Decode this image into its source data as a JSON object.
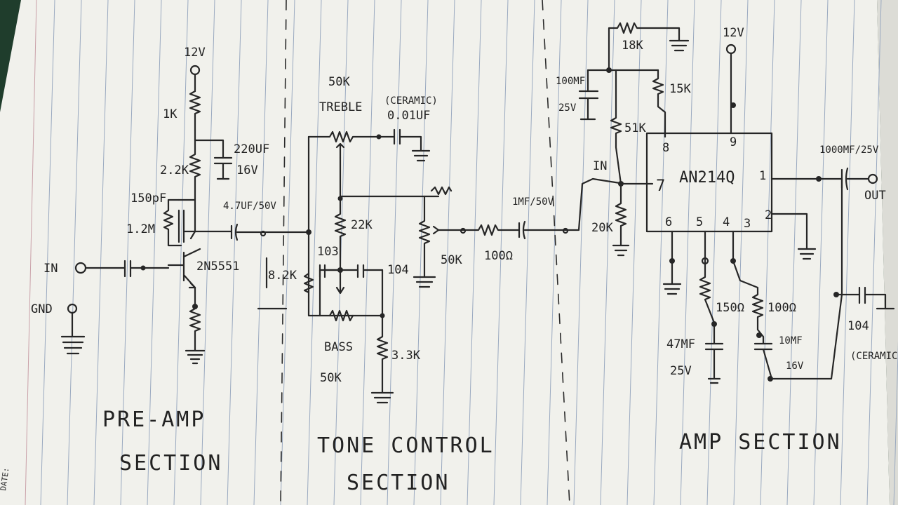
{
  "sections": {
    "preamp": [
      "PRE-AMP",
      "SECTION"
    ],
    "tone": [
      "TONE CONTROL",
      "SECTION"
    ],
    "amp": "AMP SECTION"
  },
  "labels": {
    "preamp_vcc": "12V",
    "r_1k": "1K",
    "c_220uf": "220UF",
    "c_220uf_v": "16V",
    "r_22k": "2.2K",
    "c_150pf": "150pF",
    "r_1_2m": "1.2M",
    "c_4_7uf": "4.7UF/50V",
    "transistor": "2N5551",
    "in": "IN",
    "gnd": "GND",
    "r_82k": "8.2K",
    "treble_value": "50K",
    "treble": "TREBLE",
    "ceramic": "(CERAMIC)",
    "c_001": "0.01UF",
    "r_22k_tone": "22K",
    "c_103": "103",
    "c_104_tone": "104",
    "bass": "BASS",
    "bass_value": "50K",
    "r_33k": "3.3K",
    "pot_50k_vol": "50K",
    "r_100": "100Ω",
    "c_1uf": "1MF/50V",
    "amp_vcc": "12V",
    "r_18k": "18K",
    "c_100uf": "100MF",
    "c_100uf_v": "25V",
    "r_15k": "15K",
    "r_51k": "51K",
    "amp_in": "IN",
    "r_20k": "20K",
    "ic": "AN214Q",
    "pin_8": "8",
    "pin_9": "9",
    "pin_7": "7",
    "pin_1": "1",
    "pin_6": "6",
    "pin_5": "5",
    "pin_4": "4",
    "pin_3": "3",
    "pin_2": "2",
    "c_1000uf": "1000MF/25V",
    "out": "OUT",
    "r_150": "150Ω",
    "r_100_amp": "100Ω",
    "c_47uf": "47MF",
    "c_47uf_v": "25V",
    "c_10uf": "10MF",
    "c_10uf_v": "16V",
    "c_104_amp": "104",
    "ceramic_amp": "(CERAMIC)"
  }
}
